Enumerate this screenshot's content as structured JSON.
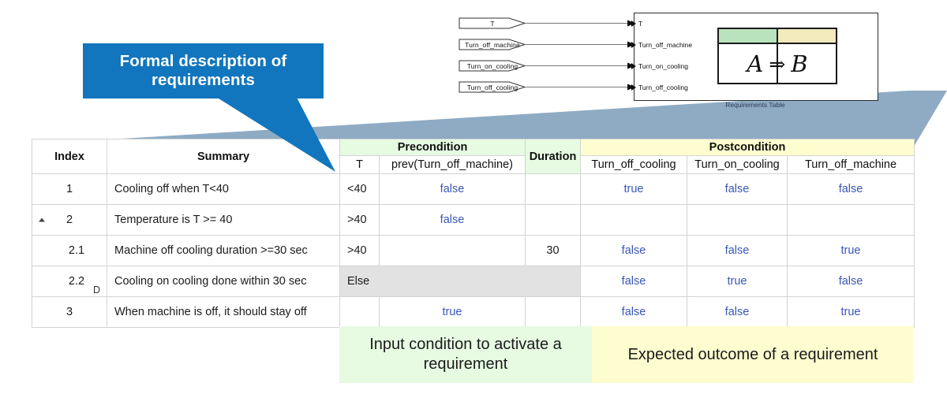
{
  "callout": {
    "text": "Formal description of requirements",
    "color": "#1176bd"
  },
  "diagram": {
    "caption": "Requirements Table",
    "inports": [
      {
        "label": "T"
      },
      {
        "label": "Turn_off_machine"
      },
      {
        "label": "Turn_on_cooling"
      },
      {
        "label": "Turn_off_cooling"
      }
    ],
    "block_ports": [
      {
        "label": "T"
      },
      {
        "label": "Turn_off_machine"
      },
      {
        "label": "Turn_on_cooling"
      },
      {
        "label": "Turn_off_cooling"
      }
    ],
    "icon": {
      "antecedent": "A",
      "implies": "⇒",
      "consequent": "B",
      "precondition_color": "#b9e3bd",
      "postcondition_color": "#f2e9bd"
    }
  },
  "table": {
    "group_headers": {
      "index": "Index",
      "summary": "Summary",
      "precondition": "Precondition",
      "duration": "Duration",
      "postcondition": "Postcondition"
    },
    "sub_headers": {
      "t": "T",
      "prev_turn_off_machine": "prev(Turn_off_machine)",
      "turn_off_cooling": "Turn_off_cooling",
      "turn_on_cooling": "Turn_on_cooling",
      "turn_off_machine": "Turn_off_machine"
    },
    "colors": {
      "precondition_bg": "#e6fbe2",
      "postcondition_bg": "#fdfdd0",
      "boolean_text": "#3a57b8",
      "else_row_bg": "#e2e2e2"
    },
    "rows": [
      {
        "index": "1",
        "indent": 0,
        "caret": false,
        "dmark": "",
        "summary": "Cooling off when T<40",
        "t": "<40",
        "prev": "false",
        "duration": "",
        "turn_off_cooling": "true",
        "turn_on_cooling": "false",
        "turn_off_machine": "false",
        "else": false
      },
      {
        "index": "2",
        "indent": 0,
        "caret": true,
        "dmark": "",
        "summary": "Temperature is T >= 40",
        "t": ">40",
        "prev": "false",
        "duration": "",
        "turn_off_cooling": "",
        "turn_on_cooling": "",
        "turn_off_machine": "",
        "else": false
      },
      {
        "index": "2.1",
        "indent": 1,
        "caret": false,
        "dmark": "",
        "summary": "Machine off cooling duration >=30 sec",
        "t": ">40",
        "prev": "",
        "duration": "30",
        "turn_off_cooling": "false",
        "turn_on_cooling": "false",
        "turn_off_machine": "true",
        "else": false
      },
      {
        "index": "2.2",
        "indent": 1,
        "caret": false,
        "dmark": "D",
        "summary": "Cooling on cooling done within 30 sec",
        "t": "Else",
        "prev": "",
        "duration": "",
        "turn_off_cooling": "false",
        "turn_on_cooling": "true",
        "turn_off_machine": "false",
        "else": true
      },
      {
        "index": "3",
        "indent": 0,
        "caret": false,
        "dmark": "",
        "summary": "When machine is off, it should stay off",
        "t": "",
        "prev": "true",
        "duration": "",
        "turn_off_cooling": "false",
        "turn_on_cooling": "false",
        "turn_off_machine": "true",
        "else": false
      }
    ]
  },
  "legend": {
    "input": "Input condition to activate a requirement",
    "output": "Expected outcome of a requirement"
  }
}
